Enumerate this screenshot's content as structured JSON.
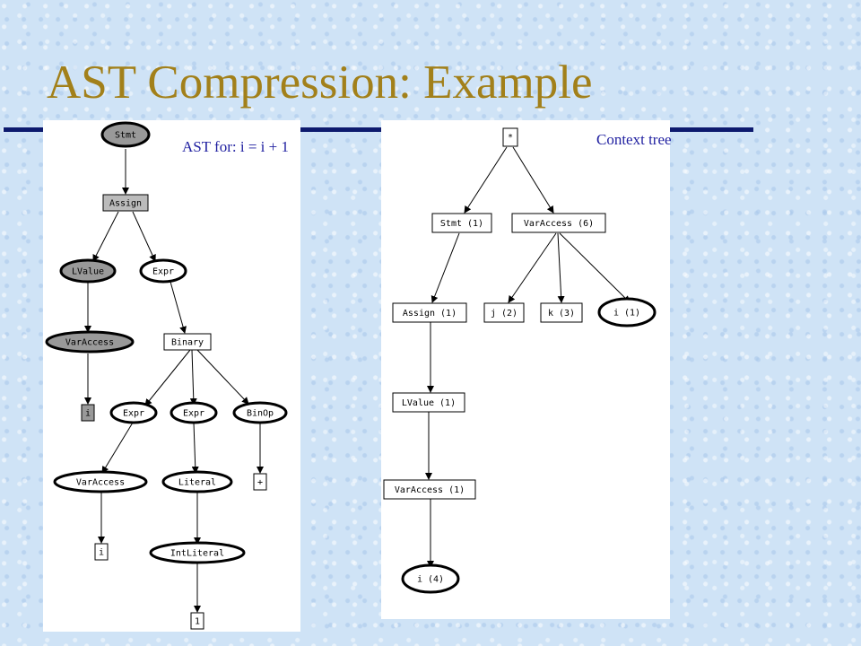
{
  "slide": {
    "title": "AST Compression: Example",
    "colors": {
      "title": "#a2801a",
      "rule": "#0d1a6e",
      "caption": "#1f1fa0"
    }
  },
  "ast_panel": {
    "caption": "AST for: i = i + 1",
    "nodes": [
      {
        "id": "stmt",
        "label": "Stmt",
        "shape": "ellipse",
        "filled": true
      },
      {
        "id": "assign",
        "label": "Assign",
        "shape": "rect",
        "filled": true
      },
      {
        "id": "lvalue",
        "label": "LValue",
        "shape": "ellipse",
        "filled": true
      },
      {
        "id": "expr1",
        "label": "Expr",
        "shape": "ellipse",
        "filled": false
      },
      {
        "id": "varaccess1",
        "label": "VarAccess",
        "shape": "ellipse",
        "filled": true
      },
      {
        "id": "binary",
        "label": "Binary",
        "shape": "rect",
        "filled": false
      },
      {
        "id": "i1",
        "label": "i",
        "shape": "rect",
        "filled": true
      },
      {
        "id": "expr2",
        "label": "Expr",
        "shape": "ellipse",
        "filled": false
      },
      {
        "id": "expr3",
        "label": "Expr",
        "shape": "ellipse",
        "filled": false
      },
      {
        "id": "binop",
        "label": "BinOp",
        "shape": "ellipse",
        "filled": false
      },
      {
        "id": "varaccess2",
        "label": "VarAccess",
        "shape": "ellipse",
        "filled": false
      },
      {
        "id": "literal",
        "label": "Literal",
        "shape": "ellipse",
        "filled": false
      },
      {
        "id": "plus",
        "label": "+",
        "shape": "rect",
        "filled": false
      },
      {
        "id": "i2",
        "label": "i",
        "shape": "rect",
        "filled": false
      },
      {
        "id": "intliteral",
        "label": "IntLiteral",
        "shape": "ellipse",
        "filled": false
      },
      {
        "id": "one",
        "label": "1",
        "shape": "rect",
        "filled": false
      }
    ]
  },
  "context_panel": {
    "caption": "Context tree",
    "nodes": [
      {
        "id": "root",
        "label": "*",
        "shape": "rect",
        "bold": false
      },
      {
        "id": "stmt",
        "label": "Stmt (1)",
        "shape": "rect",
        "bold": false
      },
      {
        "id": "varaccess6",
        "label": "VarAccess (6)",
        "shape": "rect",
        "bold": false
      },
      {
        "id": "assign",
        "label": "Assign (1)",
        "shape": "rect",
        "bold": false
      },
      {
        "id": "j2",
        "label": "j (2)",
        "shape": "rect",
        "bold": false
      },
      {
        "id": "k3",
        "label": "k (3)",
        "shape": "rect",
        "bold": false
      },
      {
        "id": "i1",
        "label": "i (1)",
        "shape": "ellipse",
        "bold": true
      },
      {
        "id": "lvalue",
        "label": "LValue (1)",
        "shape": "rect",
        "bold": false
      },
      {
        "id": "varaccess1",
        "label": "VarAccess (1)",
        "shape": "rect",
        "bold": false
      },
      {
        "id": "i4",
        "label": "i (4)",
        "shape": "ellipse",
        "bold": true
      }
    ]
  }
}
